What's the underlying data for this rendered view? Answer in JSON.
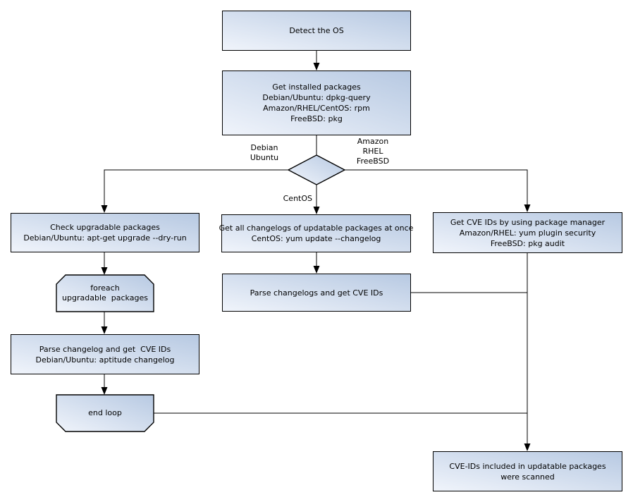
{
  "colors": {
    "node_fill_light": "#f0f4fb",
    "node_fill_dark": "#b7c9e2",
    "node_border": "#000000",
    "edge": "#000000",
    "text": "#000000",
    "background": "#ffffff"
  },
  "nodes": {
    "detect_os": {
      "lines": [
        "Detect the OS"
      ]
    },
    "get_installed_packages": {
      "lines": [
        "Get installed packages",
        "Debian/Ubuntu: dpkg-query",
        "Amazon/RHEL/CentOS: rpm",
        "FreeBSD: pkg"
      ]
    },
    "check_upgradable": {
      "lines": [
        "Check upgradable packages",
        "Debian/Ubuntu: apt-get upgrade --dry-run"
      ]
    },
    "foreach_loop_start": {
      "lines": [
        "foreach",
        "upgradable  packages"
      ]
    },
    "parse_changelog_debian": {
      "lines": [
        "Parse changelog and get  CVE IDs",
        "Debian/Ubuntu: aptitude changelog"
      ]
    },
    "end_loop": {
      "lines": [
        "end loop"
      ]
    },
    "get_all_changelogs": {
      "lines": [
        "Get all changelogs of updatable packages at once",
        "CentOS: yum update --changelog"
      ]
    },
    "parse_changelogs": {
      "lines": [
        "Parse changelogs and get CVE IDs"
      ]
    },
    "get_cve_ids_pkg_manager": {
      "lines": [
        "Get CVE IDs by using package manager",
        "Amazon/RHEL: yum plugin security",
        "FreeBSD: pkg audit"
      ]
    },
    "result_scanned": {
      "lines": [
        "CVE-IDs included in updatable packages",
        "were scanned"
      ]
    }
  },
  "edge_labels": {
    "debian_ubuntu": {
      "lines": [
        "Debian",
        "Ubuntu"
      ]
    },
    "amazon_rhel_freebsd": {
      "lines": [
        "Amazon",
        "RHEL",
        "FreeBSD"
      ]
    },
    "centos": "CentOS"
  }
}
